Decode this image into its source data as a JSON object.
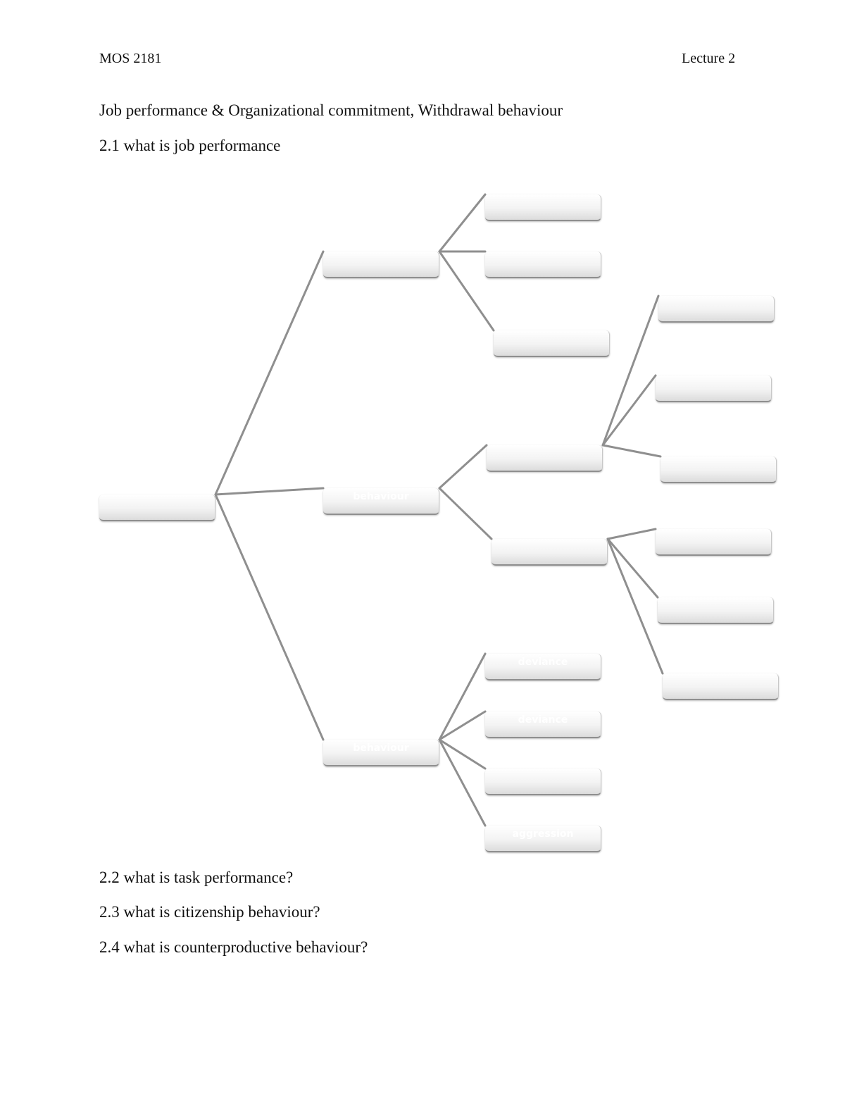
{
  "header": {
    "course": "MOS 2181",
    "lecture": "Lecture 2"
  },
  "title": "Job performance & Organizational commitment, Withdrawal behaviour",
  "sections": [
    {
      "text": "2.1 what is job performance"
    },
    {
      "text": "2.2 what is task performance?"
    },
    {
      "text": "2.3 what is citizenship behaviour?"
    },
    {
      "text": "2.4 what is counterproductive behaviour?"
    }
  ],
  "diagram": {
    "line_color": "#8f8f8f",
    "root": {
      "label": ""
    },
    "level1": [
      {
        "label": ""
      },
      {
        "label": "behaviour"
      },
      {
        "label": "behaviour"
      }
    ],
    "task_children": [
      {
        "label": ""
      },
      {
        "label": ""
      },
      {
        "label": ""
      }
    ],
    "citizenship_children": [
      {
        "label": ""
      },
      {
        "label": ""
      }
    ],
    "interpersonal_children": [
      {
        "label": ""
      },
      {
        "label": ""
      },
      {
        "label": ""
      }
    ],
    "organizational_children": [
      {
        "label": ""
      },
      {
        "label": ""
      },
      {
        "label": ""
      }
    ],
    "counterproductive_children": [
      {
        "label": "deviance"
      },
      {
        "label": "deviance"
      },
      {
        "label": ""
      },
      {
        "label": "aggression"
      }
    ]
  }
}
